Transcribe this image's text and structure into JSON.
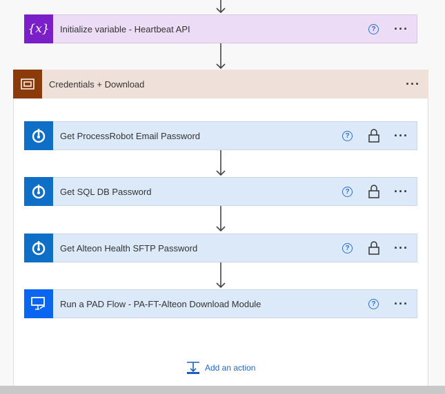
{
  "init_variable": {
    "title": "Initialize variable - Heartbeat API",
    "icon": "variable-icon",
    "color": "#7b1fc9"
  },
  "scope": {
    "title": "Credentials + Download",
    "icon": "scope-icon",
    "color": "#8b3a0a"
  },
  "actions": [
    {
      "title": "Get ProcessRobot Email Password",
      "icon": "key-vault-icon",
      "locked": true
    },
    {
      "title": "Get SQL DB Password",
      "icon": "key-vault-icon",
      "locked": true
    },
    {
      "title": "Get Alteon Health SFTP Password",
      "icon": "key-vault-icon",
      "locked": true
    },
    {
      "title": "Run a PAD Flow - PA-FT-Alteon Download Module",
      "icon": "desktop-flow-icon",
      "locked": false
    }
  ],
  "help_symbol": "?",
  "more_symbol": "···",
  "add_action": "Add an action"
}
